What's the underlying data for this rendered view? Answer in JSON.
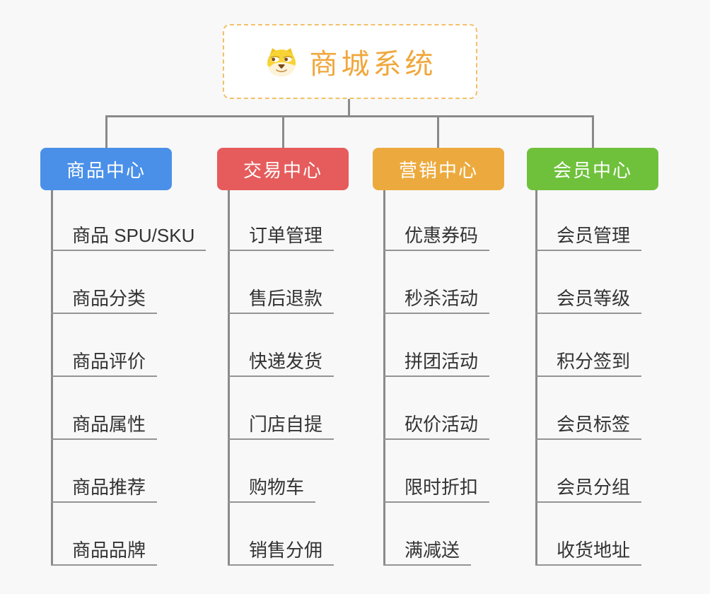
{
  "root": {
    "title": "商城系统",
    "icon": "dog-face-icon"
  },
  "branches": [
    {
      "label": "商品中心",
      "color": "#4a90e8",
      "items": [
        "商品 SPU/SKU",
        "商品分类",
        "商品评价",
        "商品属性",
        "商品推荐",
        "商品品牌"
      ]
    },
    {
      "label": "交易中心",
      "color": "#e65c5c",
      "items": [
        "订单管理",
        "售后退款",
        "快递发货",
        "门店自提",
        "购物车",
        "销售分佣"
      ]
    },
    {
      "label": "营销中心",
      "color": "#ecaa3e",
      "items": [
        "优惠券码",
        "秒杀活动",
        "拼团活动",
        "砍价活动",
        "限时折扣",
        "满减送"
      ]
    },
    {
      "label": "会员中心",
      "color": "#6fc13c",
      "items": [
        "会员管理",
        "会员等级",
        "积分签到",
        "会员标签",
        "会员分组",
        "收货地址"
      ]
    }
  ],
  "colors": {
    "background": "#f8f8f8",
    "connector-line": "#8a8a8a",
    "leaf-underline": "#949494",
    "leaf-text": "#333333",
    "root-border": "#f3c06b",
    "root-title": "#f0a73c"
  }
}
